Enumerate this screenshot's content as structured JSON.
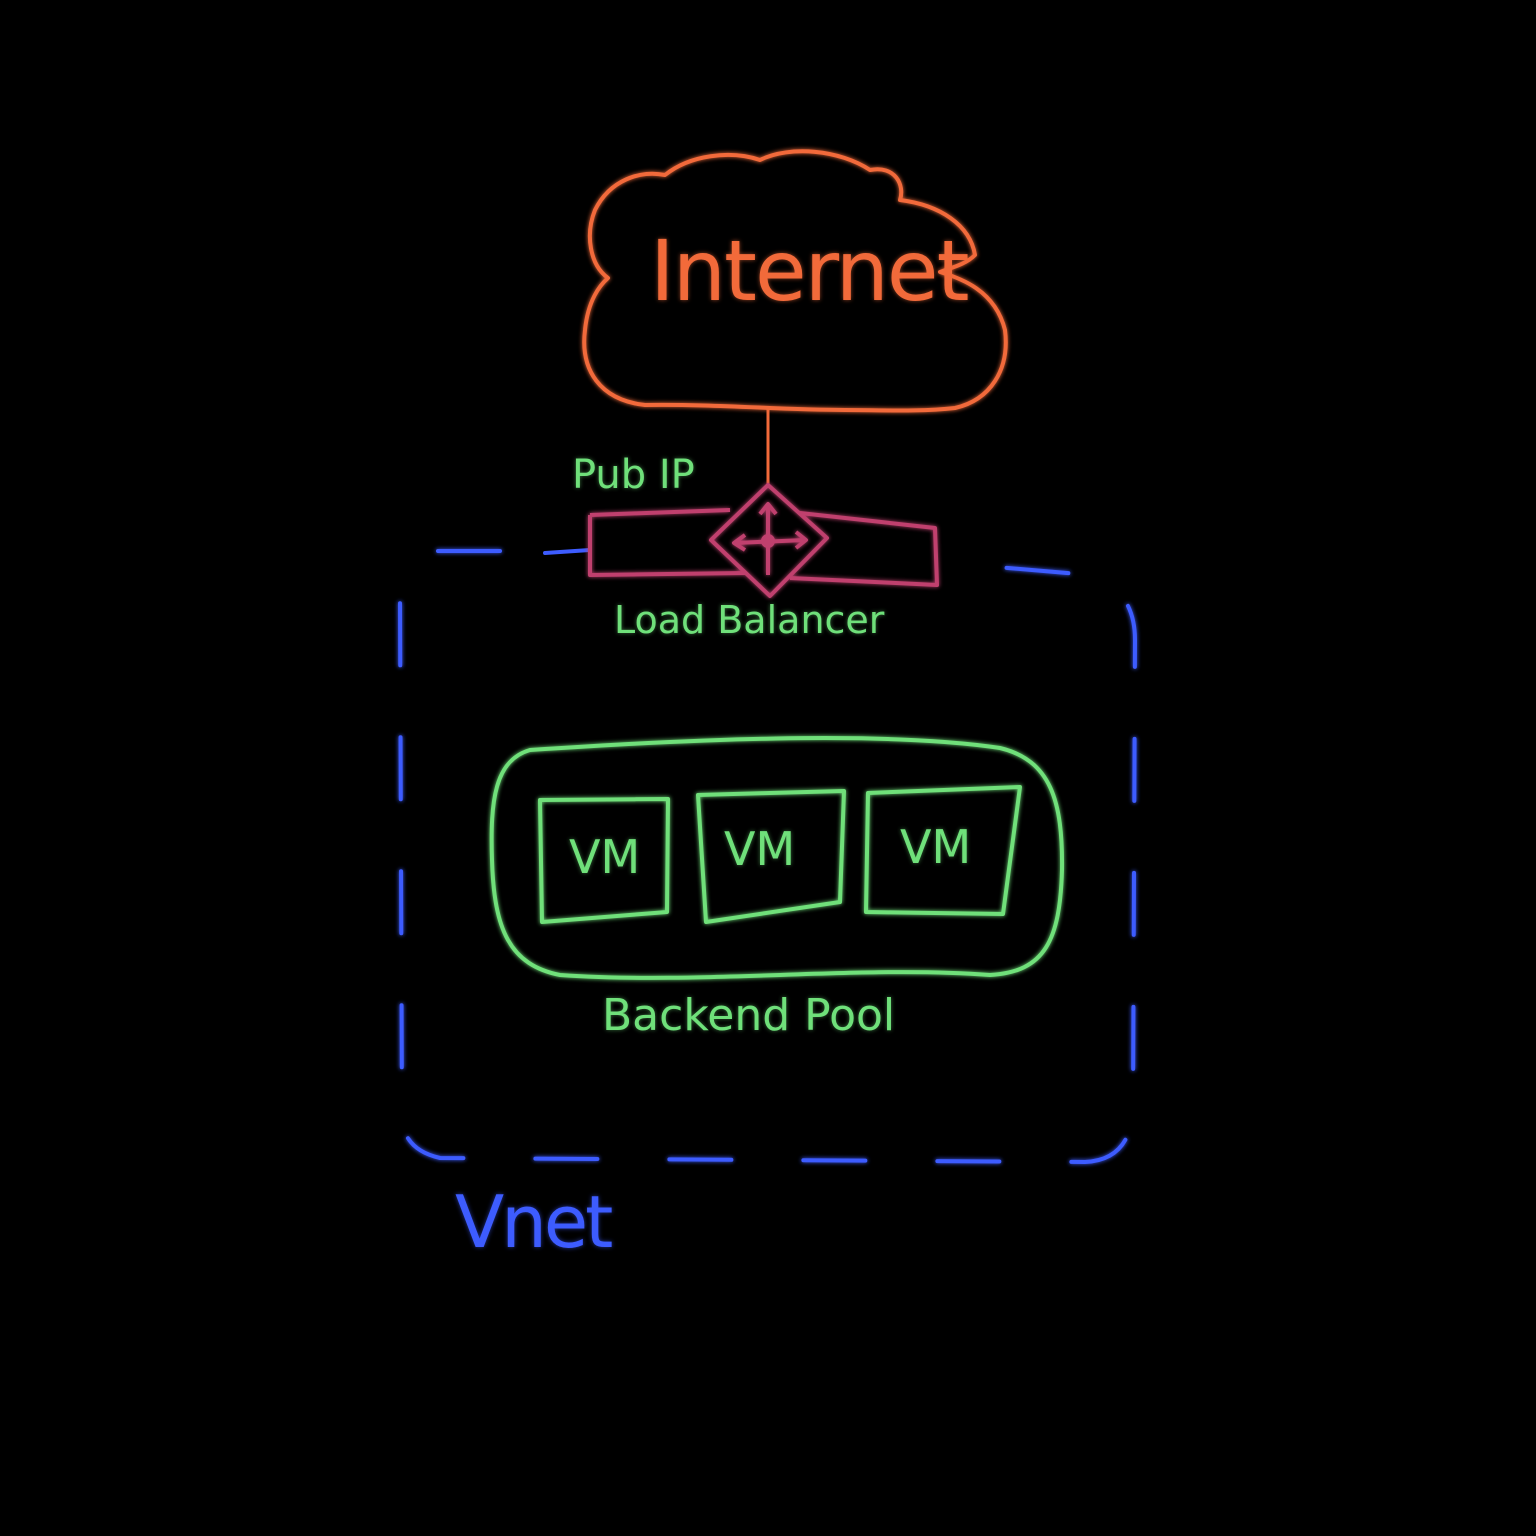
{
  "diagram": {
    "internet": {
      "label": "Internet",
      "color": "#f26a3a"
    },
    "public_ip": {
      "label": "Pub IP",
      "color": "#6fe07a"
    },
    "load_balancer": {
      "label": "Load Balancer",
      "color": "#6fe07a",
      "shape_color": "#c0406e"
    },
    "backend_pool": {
      "label": "Backend Pool",
      "color": "#6fe07a",
      "vms": [
        {
          "label": "VM"
        },
        {
          "label": "VM"
        },
        {
          "label": "VM"
        }
      ]
    },
    "vnet": {
      "label": "Vnet",
      "color": "#3d5cff"
    }
  }
}
